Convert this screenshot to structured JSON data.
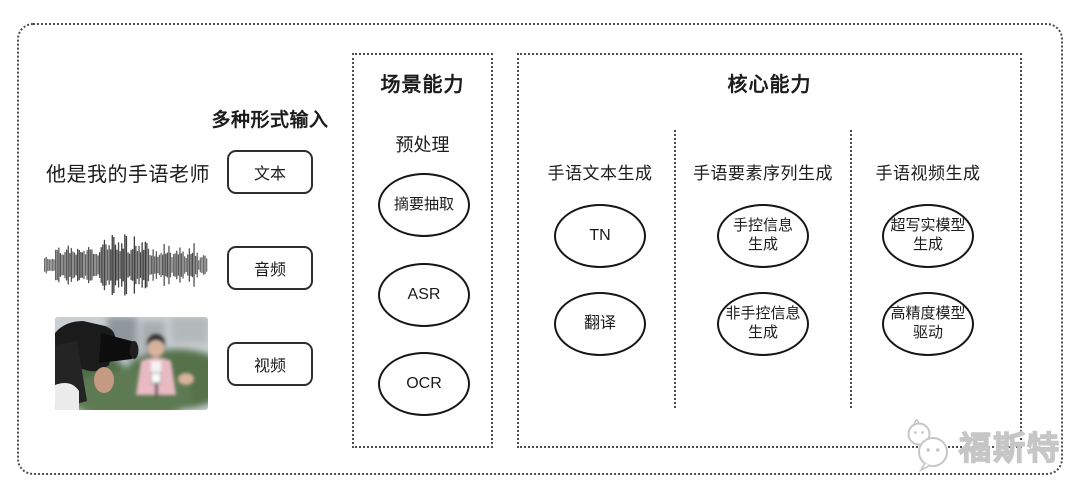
{
  "input_section": {
    "label": "多种形式输入",
    "sample_text": "他是我的手语老师",
    "types": [
      {
        "label": "文本"
      },
      {
        "label": "音频"
      },
      {
        "label": "视频"
      }
    ],
    "icons": {
      "audio": "audio-waveform-icon",
      "video": "reporter-interview-photo"
    }
  },
  "scene_box": {
    "title": "场景能力",
    "subtitle": "预处理",
    "nodes": [
      "摘要抽取",
      "ASR",
      "OCR"
    ]
  },
  "core_box": {
    "title": "核心能力",
    "columns": [
      {
        "header": "手语文本生成",
        "nodes": [
          "TN",
          "翻译"
        ]
      },
      {
        "header": "手语要素序列生成",
        "nodes": [
          "手控信息\n生成",
          "非手控信息\n生成"
        ]
      },
      {
        "header": "手语视频生成",
        "nodes": [
          "超写实模型\n生成",
          "高精度模型\n驱动"
        ]
      }
    ]
  },
  "watermark": {
    "label": "福斯特",
    "icon": "wechat-chat-bubbles-icon"
  },
  "colors": {
    "line": "#4d4d4d",
    "node_stroke": "#161616",
    "watermark_gray": "#c6c6c6",
    "background": "#ffffff"
  }
}
